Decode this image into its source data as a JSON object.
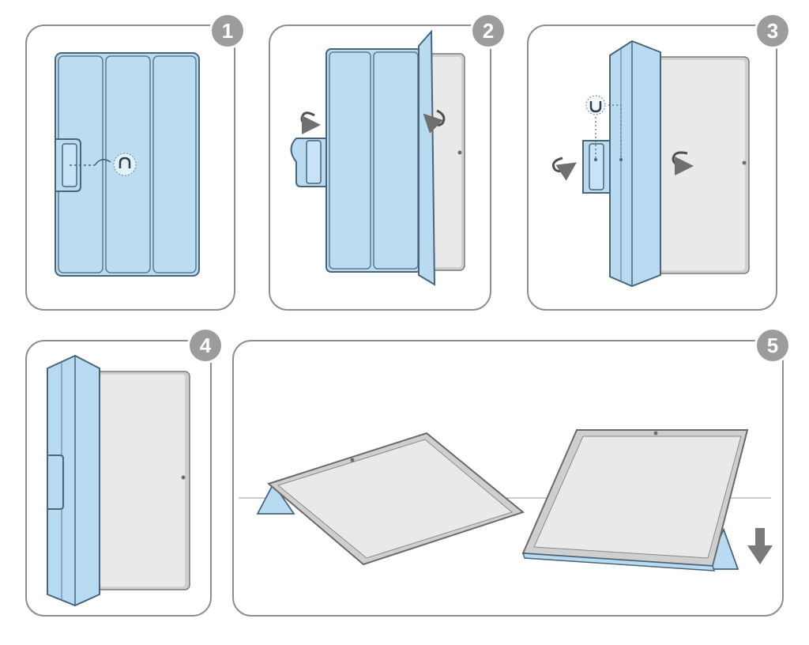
{
  "colors": {
    "case_fill": "#b9dbf2",
    "case_stroke": "#4a6478",
    "screen_fill": "#e9e9e9",
    "frame_fill": "#cfcfcf",
    "frame_stroke": "#7a7a7a",
    "panel_border": "#8e8e8e",
    "badge_fill": "#9c9c9c"
  },
  "steps": [
    {
      "number": "1",
      "icon": "magnet-icon"
    },
    {
      "number": "2",
      "icon": "rotate-arrow-icon"
    },
    {
      "number": "3",
      "icon": "magnet-icon"
    },
    {
      "number": "4",
      "icon": "tablet-icon"
    },
    {
      "number": "5",
      "icon": "down-arrow-icon"
    }
  ]
}
